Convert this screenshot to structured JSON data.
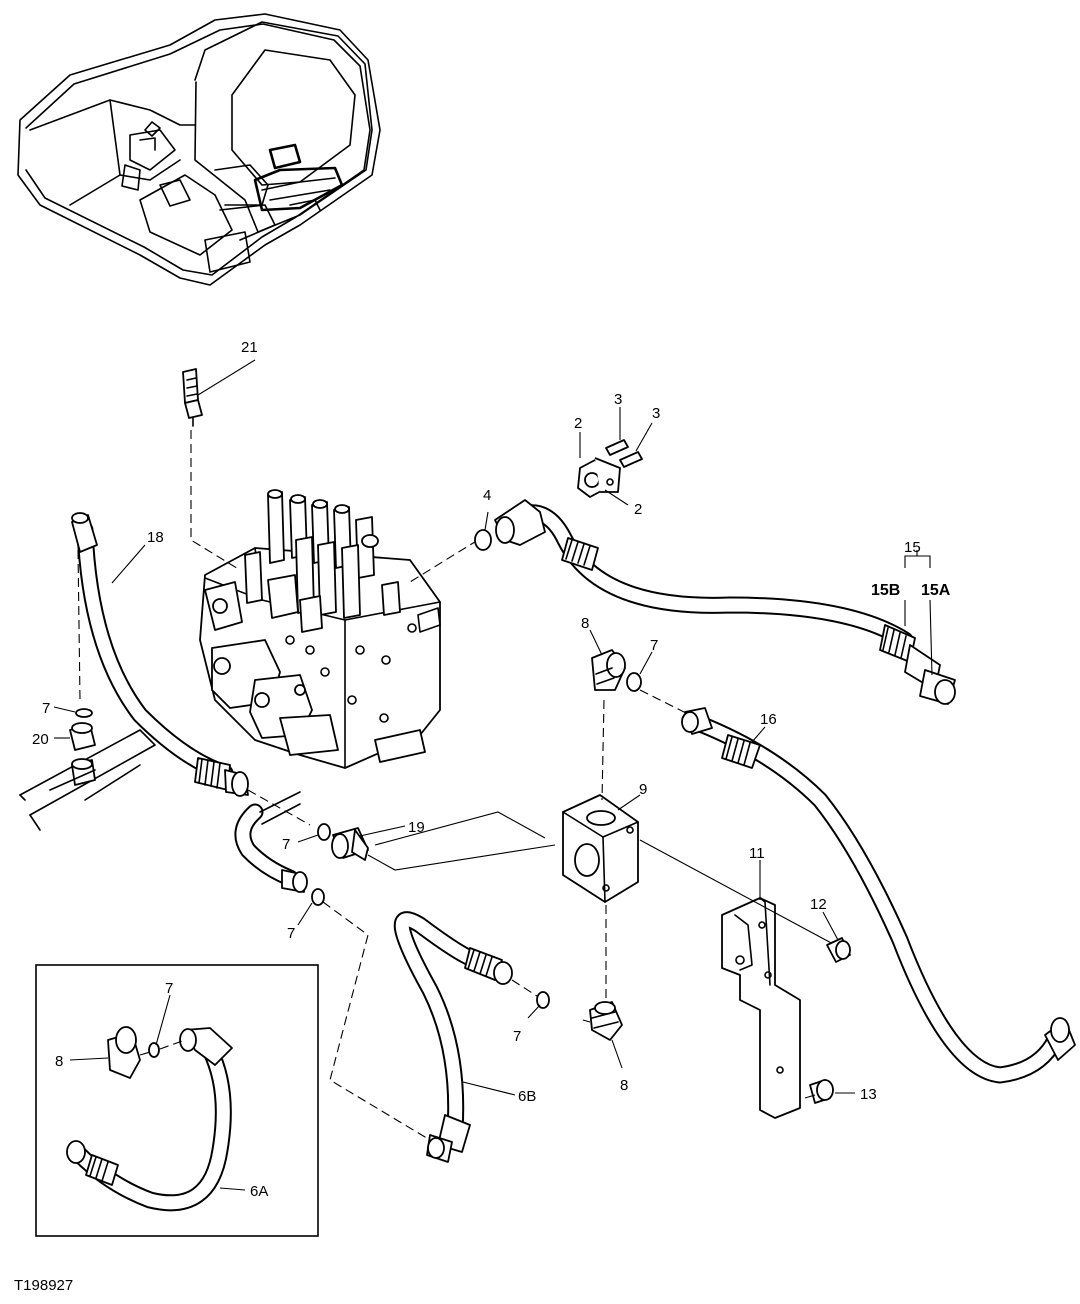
{
  "figure_id": "T198927",
  "labels": {
    "p21": "21",
    "p2a": "2",
    "p3a": "3",
    "p3b": "3",
    "p2b": "2",
    "p4": "4",
    "p18": "18",
    "p15": "15",
    "p15B": "15B",
    "p15A": "15A",
    "p8a": "8",
    "p7a": "7",
    "p16": "16",
    "p7b": "7",
    "p20": "20",
    "p9": "9",
    "p19": "19",
    "p7c": "7",
    "p11": "11",
    "p12": "12",
    "p7d": "7",
    "p7e": "7",
    "p8b": "8",
    "p6B": "6B",
    "p13": "13",
    "inset_p7": "7",
    "inset_p8": "8",
    "inset_p6A": "6A"
  }
}
